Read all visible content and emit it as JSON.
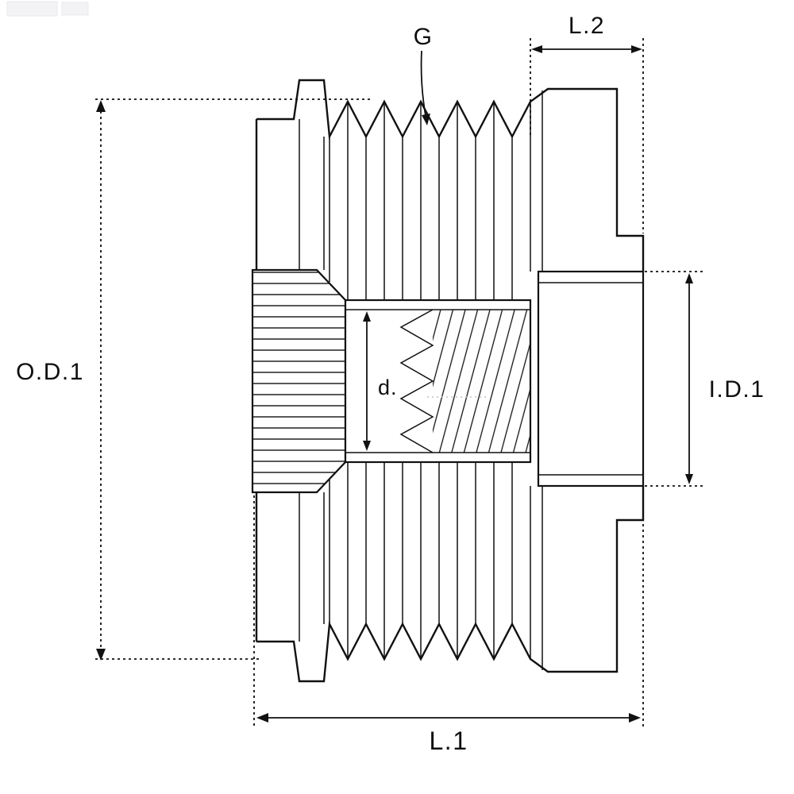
{
  "drawing": {
    "title": "alternator-freewheel-pulley-cross-section",
    "colors": {
      "line": "#111111",
      "background": "#ffffff",
      "artifact_gray": "#f3f3f5"
    },
    "dimensions": {
      "outer_diameter": {
        "label": "O.D.1"
      },
      "inner_diameter": {
        "label": "I.D.1"
      },
      "overall_length": {
        "label": "L.1"
      },
      "hub_length": {
        "label": "L.2"
      },
      "bore_diameter": {
        "label": "d."
      },
      "groove": {
        "label": "G"
      }
    }
  }
}
